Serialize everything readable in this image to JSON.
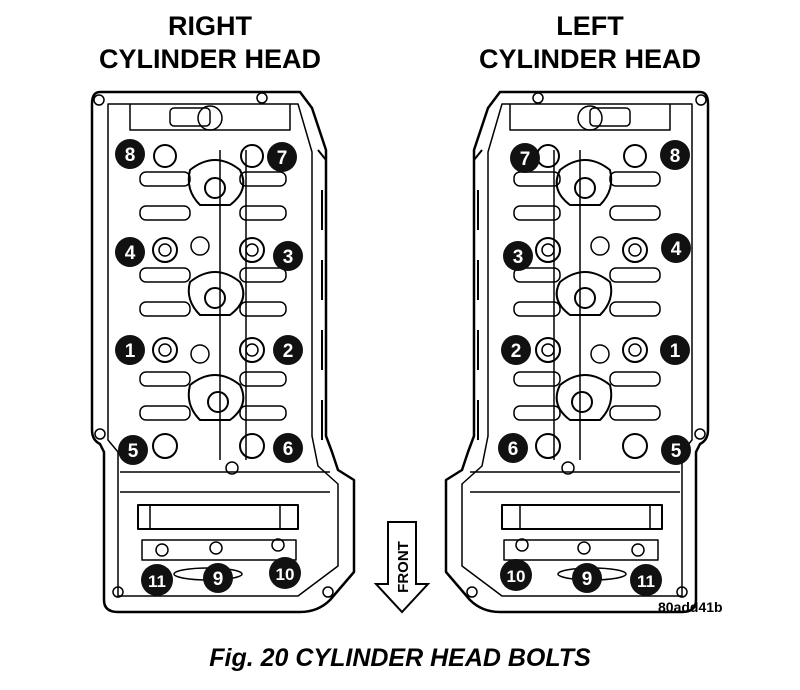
{
  "figure": {
    "caption": "Fig. 20 CYLINDER HEAD BOLTS",
    "reference_code": "80add41b"
  },
  "front_arrow_label": "FRONT",
  "heads": [
    {
      "id": "right",
      "title_line1": "RIGHT",
      "title_line2": "CYLINDER HEAD",
      "bolts": [
        "1",
        "2",
        "3",
        "4",
        "5",
        "6",
        "7",
        "8",
        "9",
        "10",
        "11"
      ]
    },
    {
      "id": "left",
      "title_line1": "LEFT",
      "title_line2": "CYLINDER HEAD",
      "bolts": [
        "1",
        "2",
        "3",
        "4",
        "5",
        "6",
        "7",
        "8",
        "9",
        "10",
        "11"
      ]
    }
  ],
  "colors": {
    "line": "#000000",
    "bolt_fill": "#111111",
    "bolt_text": "#ffffff",
    "background": "#ffffff"
  }
}
